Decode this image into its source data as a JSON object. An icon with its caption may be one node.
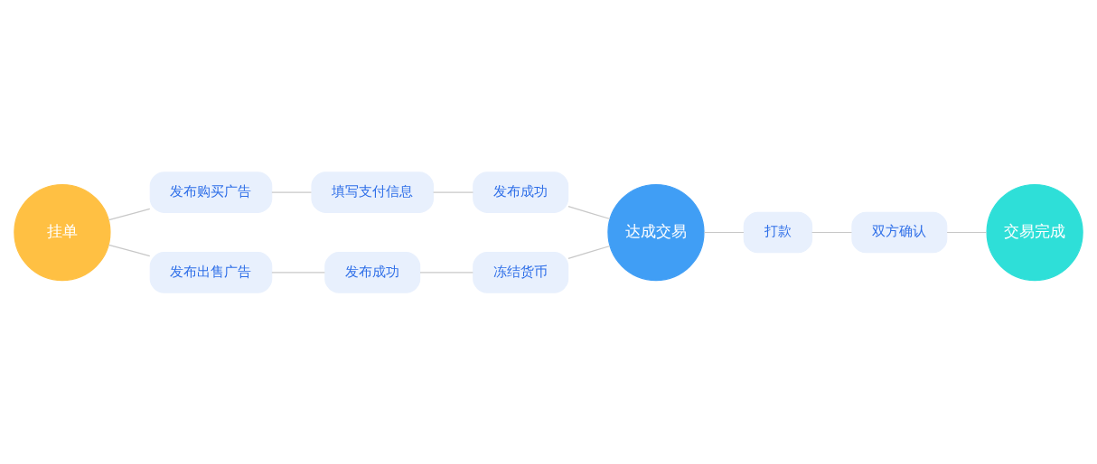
{
  "diagram": {
    "nodes": [
      {
        "text": [
          "挂单"
        ]
      },
      {
        "text": [
          "发布购买广告"
        ]
      },
      {
        "text": [
          "填写支付信息"
        ]
      },
      {
        "text": [
          "发布成功"
        ]
      },
      {
        "text": [
          "达成交易"
        ]
      },
      {
        "text": [
          "打款"
        ]
      },
      {
        "text": [
          "双方确认"
        ]
      },
      {
        "text": [
          "交易完成"
        ]
      },
      {
        "text": [
          "发布出售广告"
        ]
      },
      {
        "text": [
          "发布成功"
        ]
      },
      {
        "text": [
          "冻结货币"
        ]
      }
    ],
    "edges": [
      {
        "from": 0,
        "to": 1,
        "arrow": "none"
      },
      {
        "from": 1,
        "to": 2,
        "arrow": "none"
      },
      {
        "from": 2,
        "to": 3,
        "arrow": "none"
      },
      {
        "from": 3,
        "to": 4,
        "arrow": "none"
      },
      {
        "from": 0,
        "to": 8,
        "arrow": "none"
      },
      {
        "from": 8,
        "to": 9,
        "arrow": "none"
      },
      {
        "from": 9,
        "to": 10,
        "arrow": "none"
      },
      {
        "from": 10,
        "to": 4,
        "arrow": "none"
      },
      {
        "from": 4,
        "to": 5,
        "arrow": "none"
      },
      {
        "from": 5,
        "to": 6,
        "arrow": "none"
      },
      {
        "from": 6,
        "to": 7,
        "arrow": "none"
      }
    ]
  }
}
